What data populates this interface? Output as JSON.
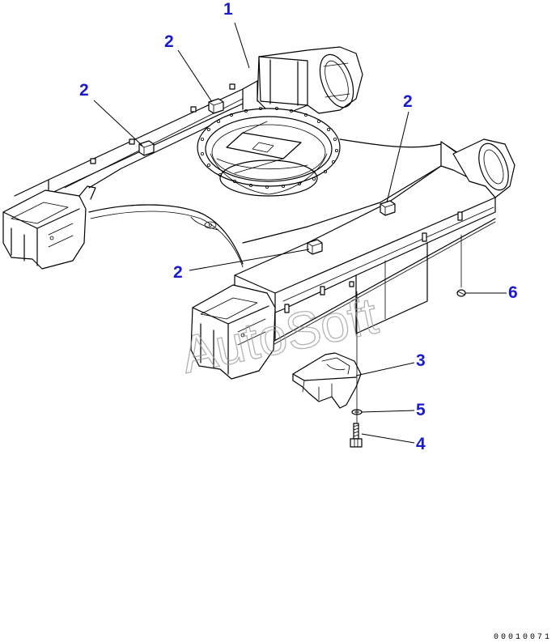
{
  "diagram": {
    "callouts": [
      {
        "id": "callout-1",
        "label": "1"
      },
      {
        "id": "callout-2a",
        "label": "2"
      },
      {
        "id": "callout-2b",
        "label": "2"
      },
      {
        "id": "callout-2c",
        "label": "2"
      },
      {
        "id": "callout-2d",
        "label": "2"
      },
      {
        "id": "callout-3",
        "label": "3"
      },
      {
        "id": "callout-4",
        "label": "4"
      },
      {
        "id": "callout-5",
        "label": "5"
      },
      {
        "id": "callout-6",
        "label": "6"
      }
    ],
    "watermark": "AutoSoft",
    "document_number": "00010071",
    "colors": {
      "callout": "#1a1ad0",
      "line": "#000000",
      "watermark": "#9a9a9a"
    }
  }
}
